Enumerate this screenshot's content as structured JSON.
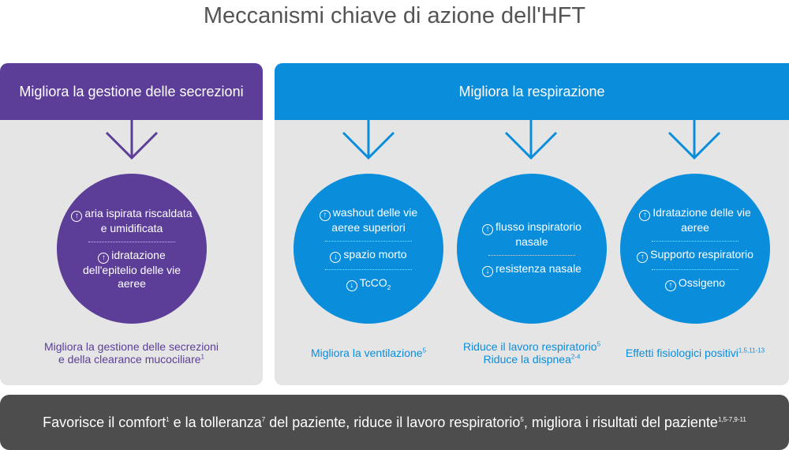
{
  "title": "Meccanismi chiave di azione dell'HFT",
  "left_panel": {
    "header": "Migliora la gestione delle secrezioni",
    "circle": {
      "item1": {
        "icon": "up-arrow-icon",
        "text": "aria ispirata riscaldata e umidificata"
      },
      "item2": {
        "icon": "up-arrow-icon",
        "text": "idratazione dell'epitelio delle vie aeree"
      }
    },
    "caption_line1": "Migliora la gestione delle secrezioni",
    "caption_line2": "e della clearance mucociliare",
    "caption_ref": "1"
  },
  "right_panel": {
    "header": "Migliora la respirazione",
    "col1": {
      "item1": {
        "icon": "up-arrow-icon",
        "text": "washout delle vie aeree superiori"
      },
      "item2": {
        "icon": "down-arrow-icon",
        "text": "spazio morto"
      },
      "item3": {
        "icon": "down-arrow-icon",
        "text": "TcCO",
        "sub": "2"
      },
      "caption": "Migliora la ventilazione",
      "caption_ref": "5"
    },
    "col2": {
      "item1": {
        "icon": "up-arrow-icon",
        "text": "flusso inspiratorio nasale"
      },
      "item2": {
        "icon": "down-arrow-icon",
        "text": "resistenza nasale"
      },
      "caption_line1": "Riduce il lavoro respiratorio",
      "caption_ref1": "5",
      "caption_line2": "Riduce la dispnea",
      "caption_ref2": "2-4"
    },
    "col3": {
      "item1": {
        "icon": "up-arrow-icon",
        "text": "Idratazione delle vie aeree"
      },
      "item2": {
        "icon": "up-arrow-icon",
        "text": "Supporto respiratorio"
      },
      "item3": {
        "icon": "up-arrow-icon",
        "text": "Ossigeno"
      },
      "caption": "Effetti fisiologici positivi",
      "caption_ref": "1,5,11-13"
    }
  },
  "footer": {
    "part1": "Favorisce il comfort",
    "ref1": "1",
    "part2": " e la tolleranza",
    "ref2": "7",
    "part3": " del paziente, riduce il lavoro respiratorio",
    "ref3": "5",
    "part4": ", migliora i risultati del paziente",
    "ref4": "1,5-7,9-11"
  },
  "colors": {
    "purple": "#5c3e98",
    "blue": "#0a8edc",
    "panel_bg": "#e5e5e6",
    "footer_bg": "#4d4d4d"
  }
}
